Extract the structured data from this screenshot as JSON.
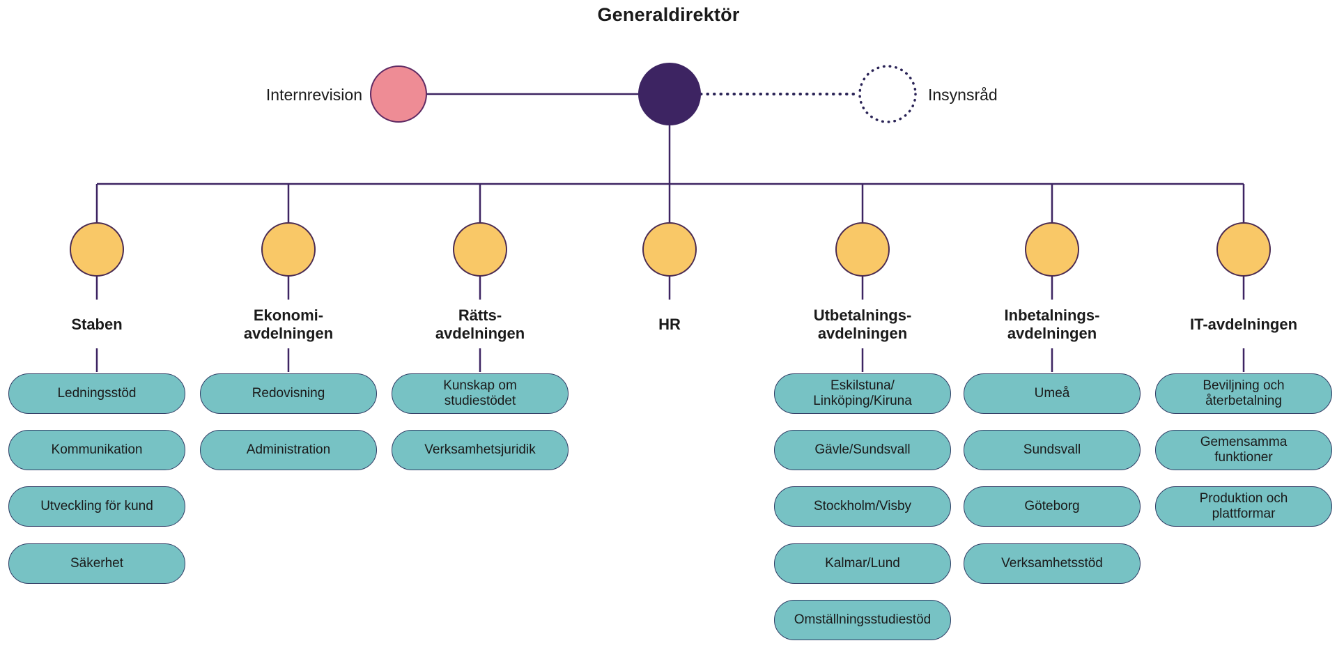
{
  "title": "Generaldirektör",
  "top_nodes": {
    "internrevision_label": "Internrevision",
    "insynsrad_label": "Insynsråd",
    "generaldirektor_node": "Generaldirektör"
  },
  "colors": {
    "line": "#3d2462",
    "director_node": "#3d2462",
    "internrevision_node": "#ee8c95",
    "branch_node": "#f9c867",
    "unit_box": "#77c2c4",
    "unit_border": "#2f3c64",
    "text": "#1a1a1a"
  },
  "branches": [
    {
      "label": "Staben",
      "units": [
        "Ledningsstöd",
        "Kommunikation",
        "Utveckling för kund",
        "Säkerhet"
      ]
    },
    {
      "label": "Ekonomi-\navdelningen",
      "units": [
        "Redovisning",
        "Administration"
      ]
    },
    {
      "label": "Rätts-\navdelningen",
      "units": [
        "Kunskap om\nstudiestödet",
        "Verksamhetsjuridik"
      ]
    },
    {
      "label": "HR",
      "units": []
    },
    {
      "label": "Utbetalnings-\navdelningen",
      "units": [
        "Eskilstuna/\nLinköping/Kiruna",
        "Gävle/Sundsvall",
        "Stockholm/Visby",
        "Kalmar/Lund",
        "Omställningsstudiestöd"
      ]
    },
    {
      "label": "Inbetalnings-\navdelningen",
      "units": [
        "Umeå",
        "Sundsvall",
        "Göteborg",
        "Verksamhetsstöd"
      ]
    },
    {
      "label": "IT-avdelningen",
      "units": [
        "Beviljning och\nåterbetalning",
        "Gemensamma\nfunktioner",
        "Produktion och\nplattformar"
      ]
    }
  ]
}
